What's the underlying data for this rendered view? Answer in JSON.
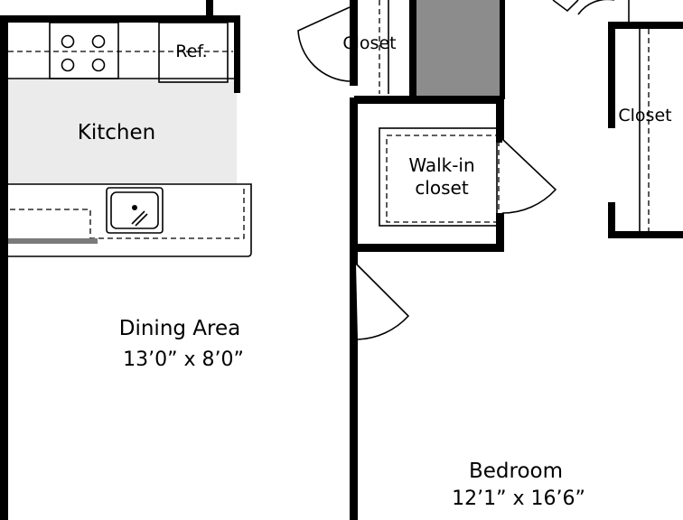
{
  "rooms": {
    "kitchen": {
      "name": "Kitchen"
    },
    "refrigerator": {
      "name": "Ref."
    },
    "dining": {
      "name": "Dining Area",
      "size": "13’0” x 8’0”"
    },
    "closet_upper_left": {
      "name": "Closet"
    },
    "closet_right": {
      "name": "Closet"
    },
    "walkin": {
      "line1": "Walk-in",
      "line2": "closet"
    },
    "bedroom": {
      "name": "Bedroom",
      "size": "12’1” x 16’6”"
    }
  },
  "colors": {
    "wall": "#000000",
    "kitchen_floor": "#ebebeb",
    "shaft": "#8c8c8c",
    "counter_strip": "#7a7a7a"
  }
}
